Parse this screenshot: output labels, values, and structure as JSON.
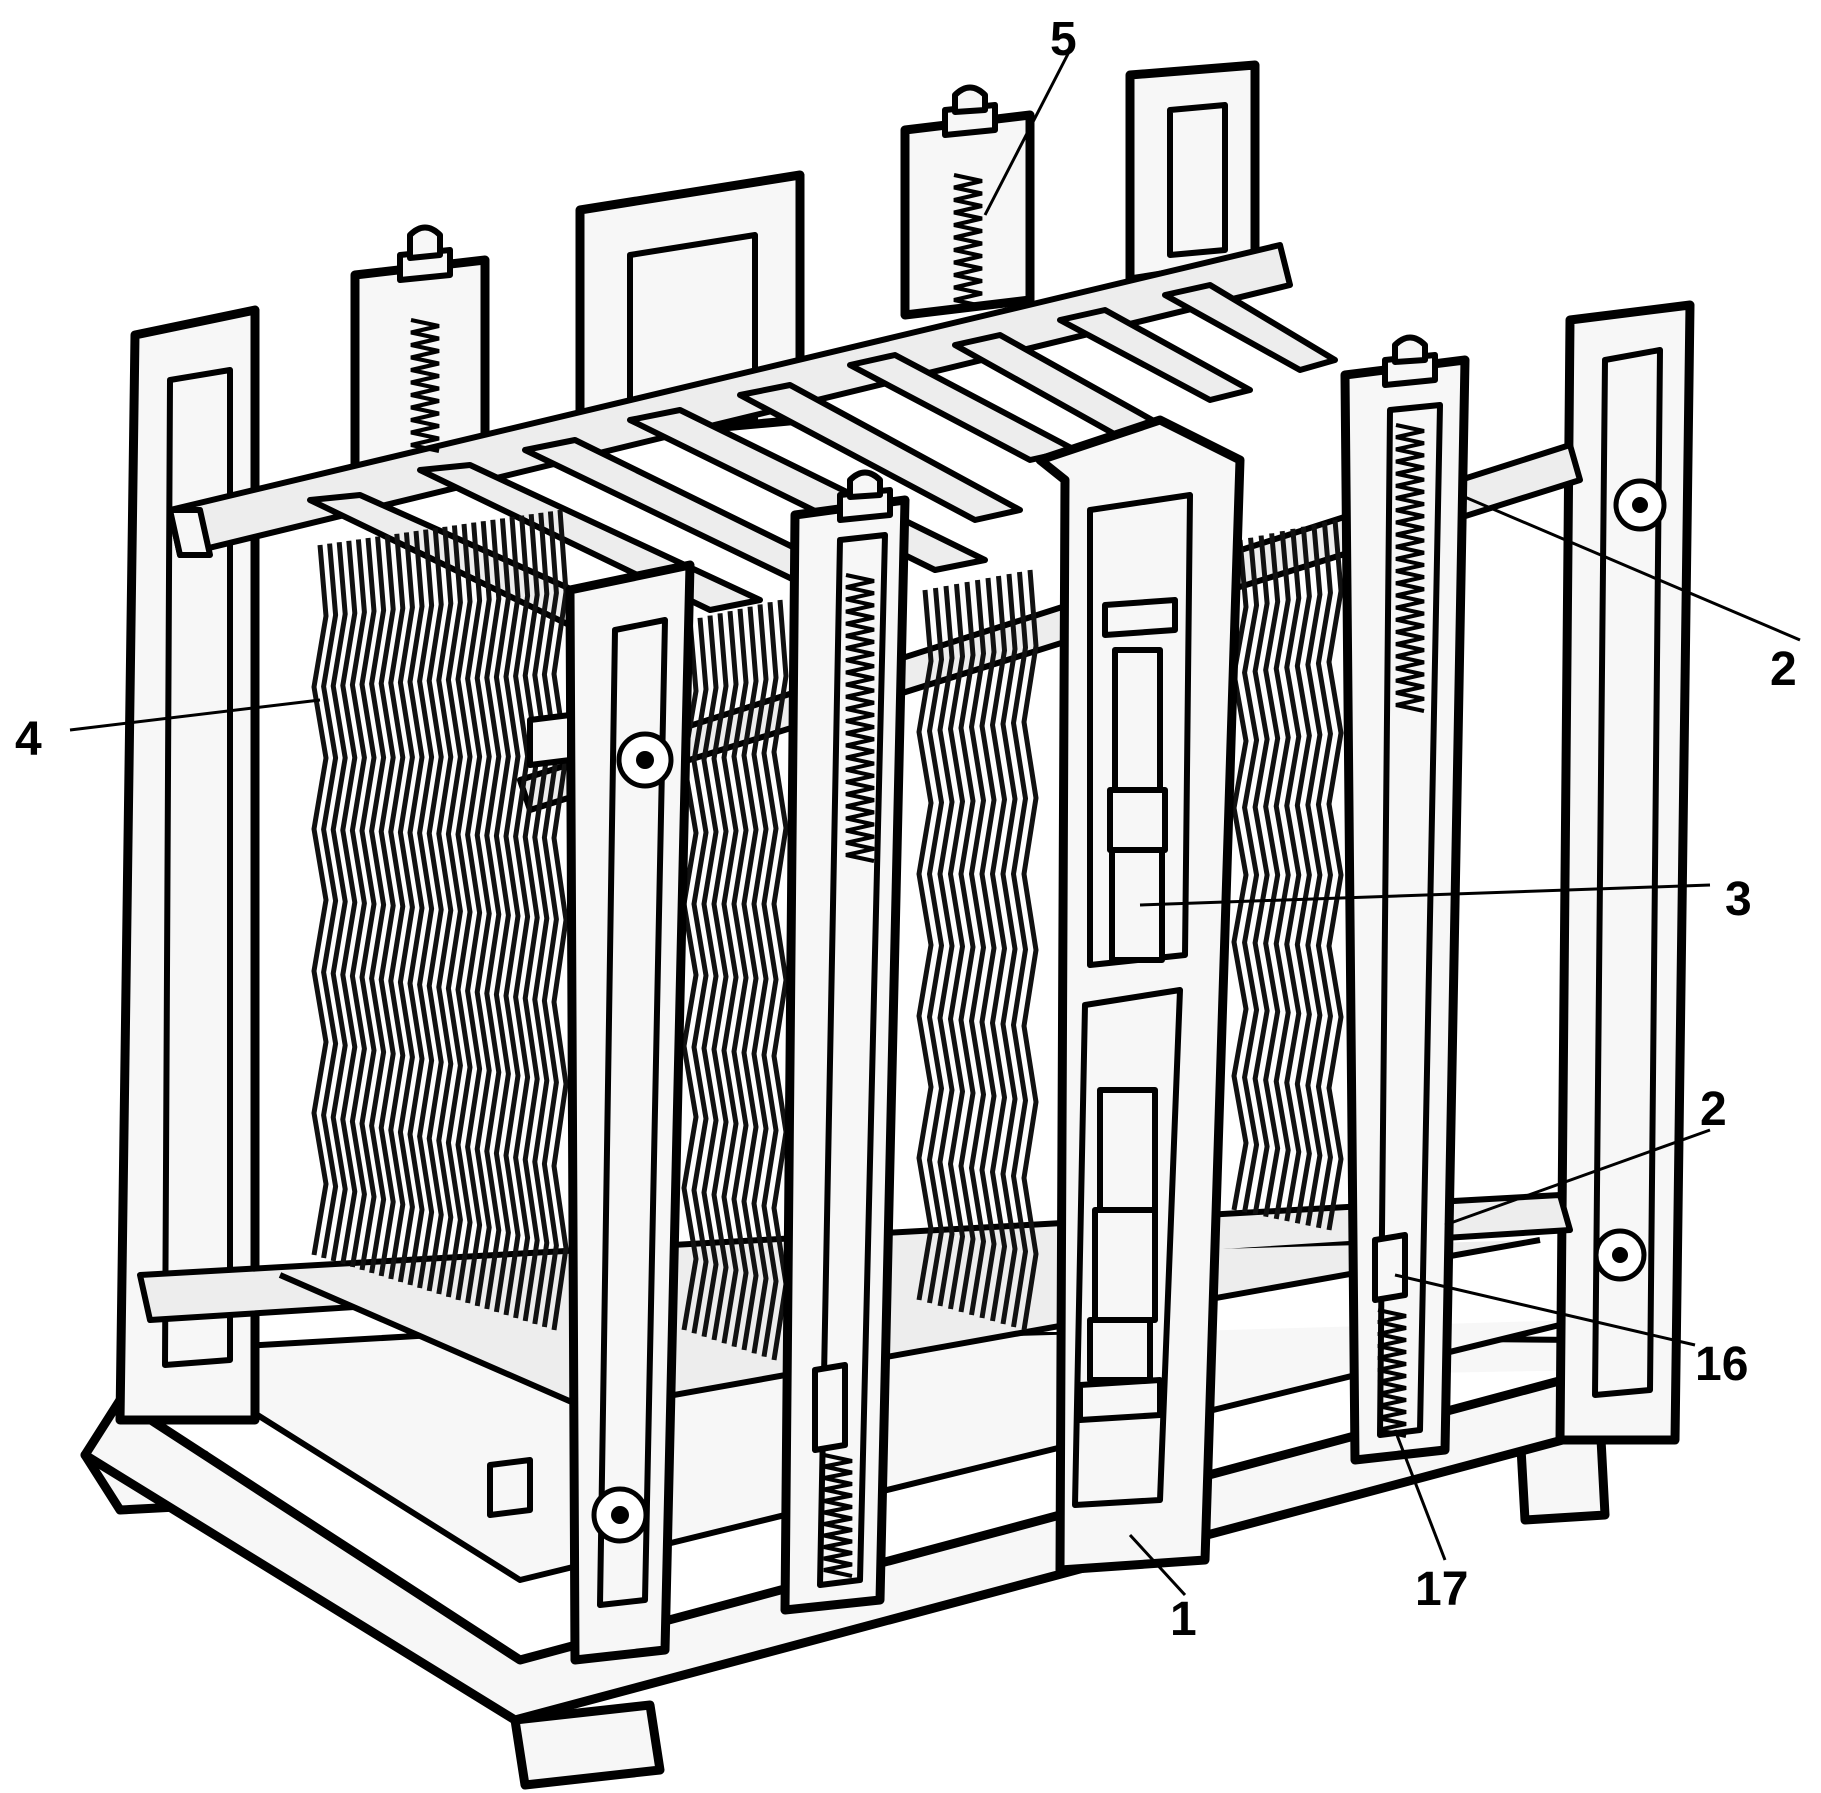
{
  "figure": {
    "labels": [
      {
        "id": "label-5",
        "text": "5"
      },
      {
        "id": "label-2-top",
        "text": "2"
      },
      {
        "id": "label-4",
        "text": "4"
      },
      {
        "id": "label-3",
        "text": "3"
      },
      {
        "id": "label-2-bottom",
        "text": "2"
      },
      {
        "id": "label-16",
        "text": "16"
      },
      {
        "id": "label-17",
        "text": "17"
      },
      {
        "id": "label-1",
        "text": "1"
      }
    ]
  }
}
